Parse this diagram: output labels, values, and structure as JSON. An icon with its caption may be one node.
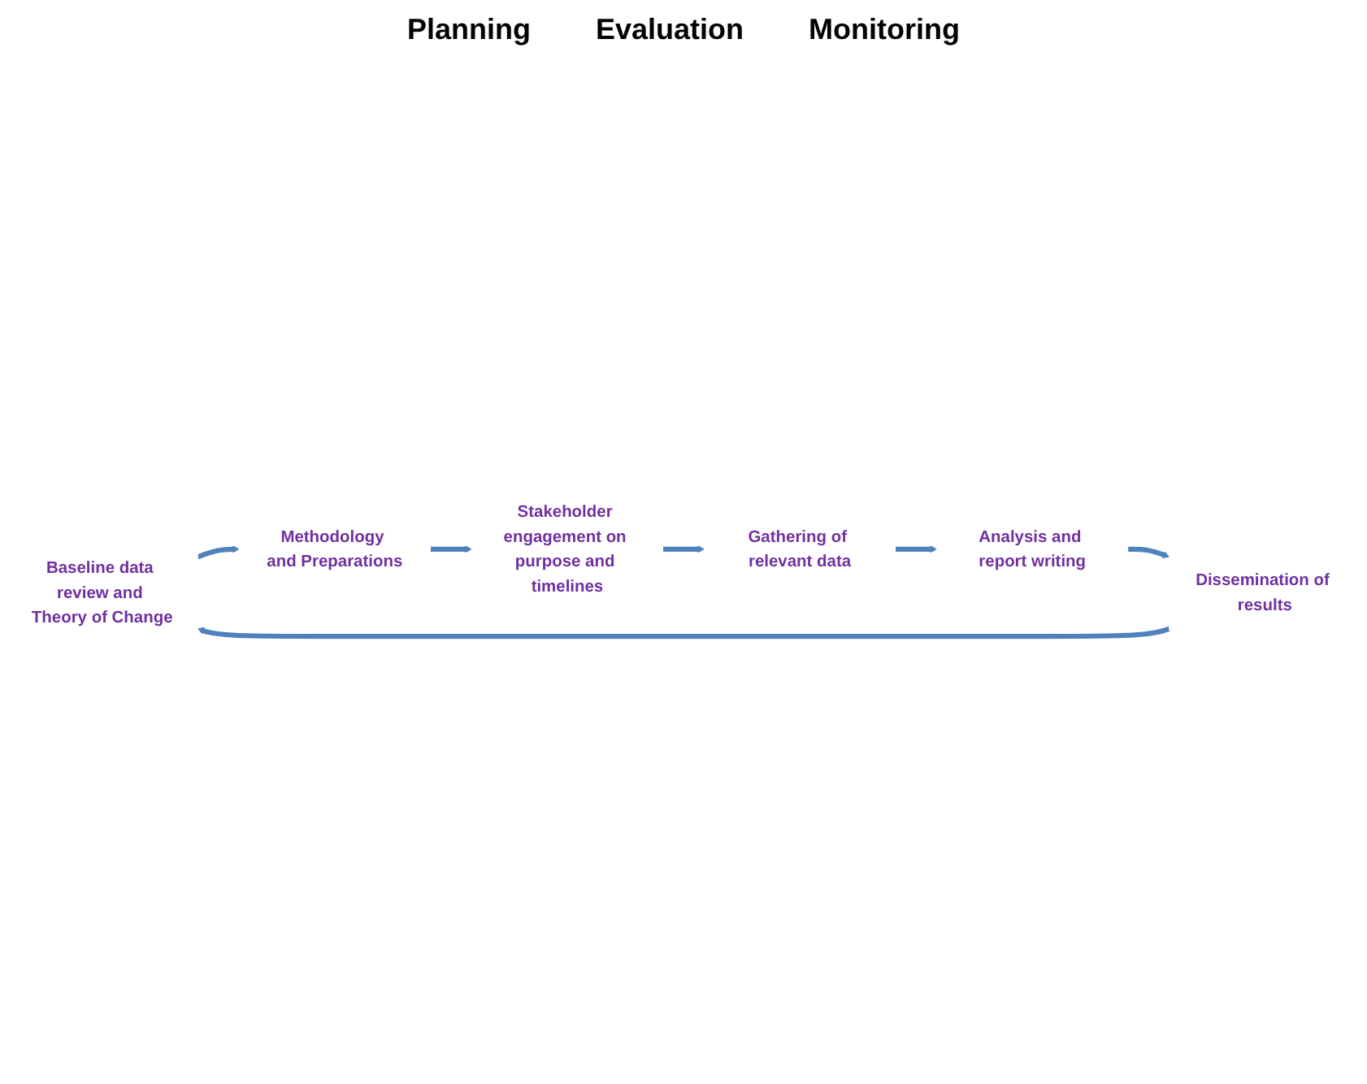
{
  "diagram": {
    "nodes": [
      {
        "text": [
          "Baseline data review and Theory of Change"
        ]
      },
      {
        "text": [
          "Methodology and Preparations"
        ]
      },
      {
        "text": [
          "Stakeholder engagement on purpose and timelines"
        ]
      },
      {
        "text": [
          "Gathering of relevant data"
        ]
      },
      {
        "text": [
          "Analysis and report writing"
        ]
      },
      {
        "text": [
          "Dissemination of results"
        ]
      }
    ],
    "edges": [
      {
        "from": 0,
        "to": 1,
        "arrow": "to"
      },
      {
        "from": 1,
        "to": 2,
        "arrow": "to"
      },
      {
        "from": 2,
        "to": 3,
        "arrow": "to"
      },
      {
        "from": 3,
        "to": 4,
        "arrow": "to"
      },
      {
        "from": 4,
        "to": 5,
        "arrow": "to"
      },
      {
        "from": 5,
        "to": 0,
        "arrow": "to"
      }
    ],
    "labels": [
      "Planning",
      "Evaluation",
      "Monitoring"
    ]
  }
}
